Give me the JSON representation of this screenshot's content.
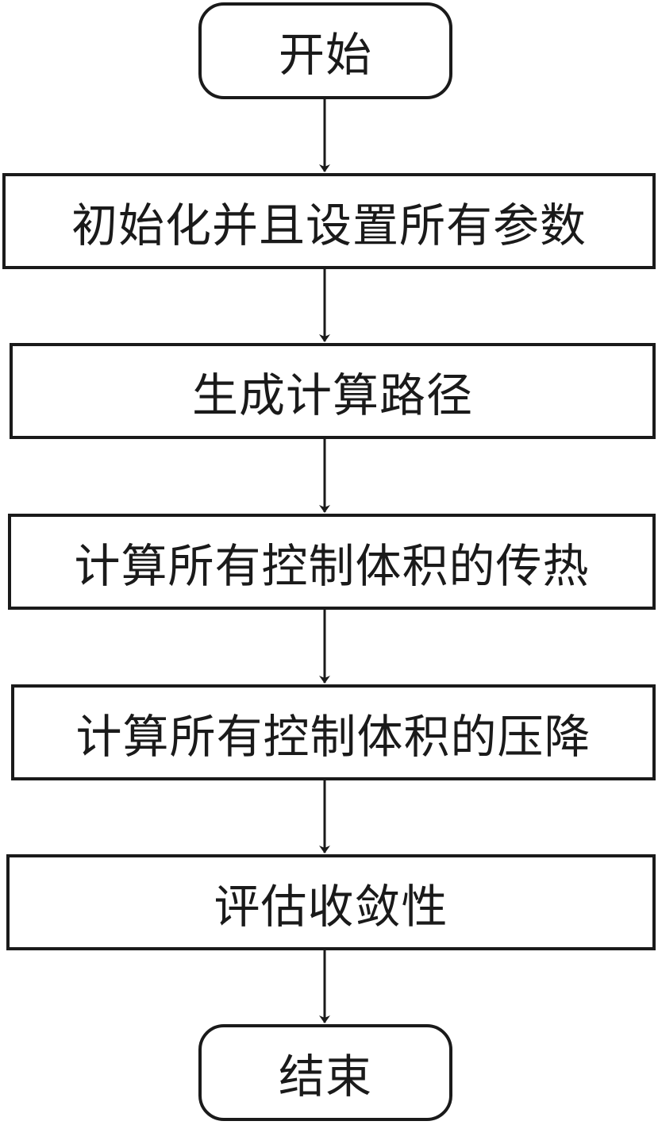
{
  "flowchart": {
    "start": "开始",
    "steps": [
      "初始化并且设置所有参数",
      "生成计算路径",
      "计算所有控制体积的传热",
      "计算所有控制体积的压降",
      "评估收敛性"
    ],
    "end": "结束"
  }
}
